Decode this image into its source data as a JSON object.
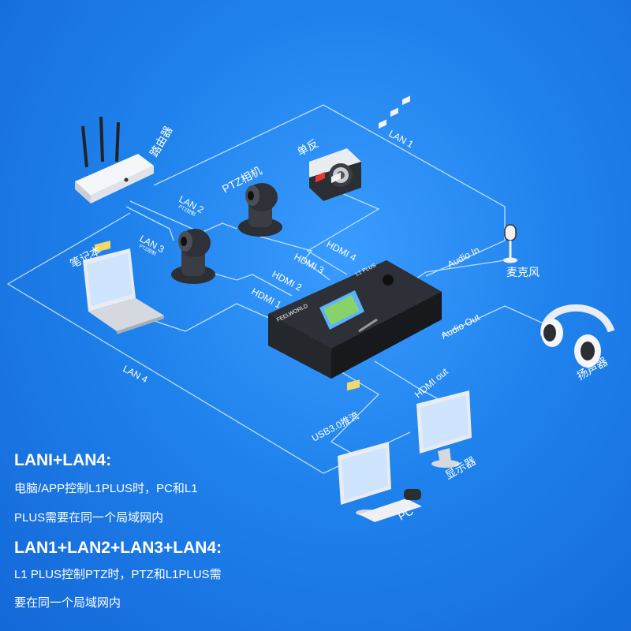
{
  "labels": {
    "router": "路由器",
    "ptz_camera": "PTZ相机",
    "dslr": "单反",
    "laptop": "笔记本",
    "microphone": "麦克风",
    "speaker": "扬声器",
    "monitor": "显示器",
    "pc": "PC",
    "lan1": "LAN 1",
    "lan2": "LAN 2",
    "lan3": "LAN 3",
    "lan4": "LAN 4",
    "lan2_sub": "PTZ控制",
    "lan3_sub": "PTZ控制",
    "hdmi1": "HDMI 1",
    "hdmi2": "HDMI 2",
    "hdmi3": "HDMI 3",
    "hdmi4": "HDMI 4",
    "audio_in": "Audio In",
    "audio_out": "Audio Out",
    "hdmi_out": "HDMI out",
    "usb": "USB3.0推流",
    "device_brand": "FEELWORLD",
    "device_model": "L1 PLUS"
  },
  "notes": [
    {
      "heading": "LANI+LAN4:",
      "lines": [
        "电脑/APP控制L1PLUS时，PC和L1",
        "PLUS需要在同一个局域网内"
      ]
    },
    {
      "heading": "LAN1+LAN2+LAN3+LAN4:",
      "lines": [
        "L1 PLUS控制PTZ时，PTZ和L1PLUS需",
        "要在同一个局域网内"
      ]
    }
  ],
  "colors": {
    "background": "#1f82ec",
    "line": "#cfe6ff",
    "text": "#ffffff",
    "device": "#2a2d33"
  }
}
